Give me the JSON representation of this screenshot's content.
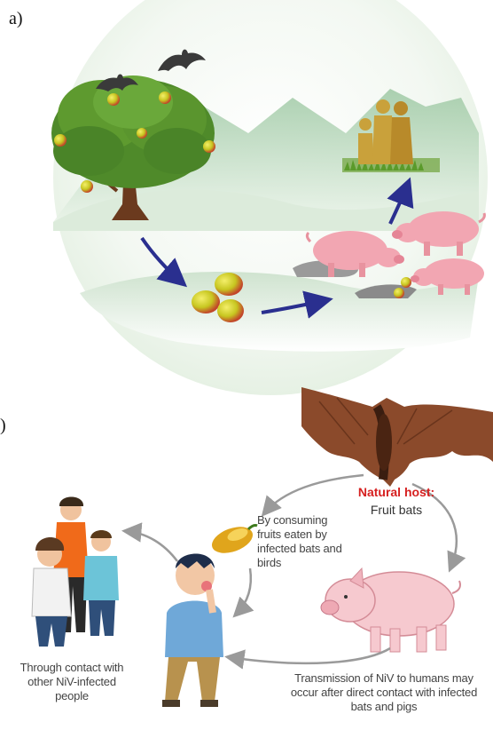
{
  "panel_a": {
    "label": "a)",
    "icons": [
      "bat-icon",
      "fruit-tree-icon",
      "mango-icon",
      "pig-icon",
      "people-icon"
    ],
    "colors": {
      "arrow": "#2a2f8f",
      "hills": "#9fc9a5",
      "pig": "#f2a6b2",
      "fruit": "#d6c02a"
    }
  },
  "panel_b": {
    "label": "b)",
    "natural_host_title": "Natural host:",
    "natural_host_sub": "Fruit bats",
    "caption_fruit": "By consuming fruits eaten by infected bats and birds",
    "caption_people": "Through contact with other NiV-infected people",
    "caption_pigs": "Transmission of NiV to humans may occur after direct contact with infected bats and pigs",
    "colors": {
      "arrow": "#9a9a9a",
      "bat": "#8b4a2b",
      "host_title": "#d62020",
      "pig": "#f6c9cf"
    }
  }
}
